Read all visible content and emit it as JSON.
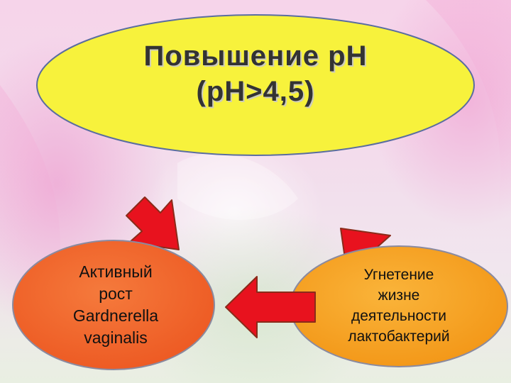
{
  "top_node": {
    "line1": "Повышение pH",
    "line2": "(pH>4,5)",
    "fill": "#f7f23c",
    "border": "#5a6da0"
  },
  "left_node": {
    "line1": "Активный",
    "line2": "рост",
    "line3": "Gardnerella",
    "line4": "vaginalis",
    "fill": "#f0612a"
  },
  "right_node": {
    "line1": "Угнетение",
    "line2": "жизне",
    "line3": "деятельности",
    "line4": "лактобактерий",
    "fill": "#f6a11c"
  },
  "arrows": {
    "fill": "#e8121e",
    "outline": "#8a2b1a"
  }
}
